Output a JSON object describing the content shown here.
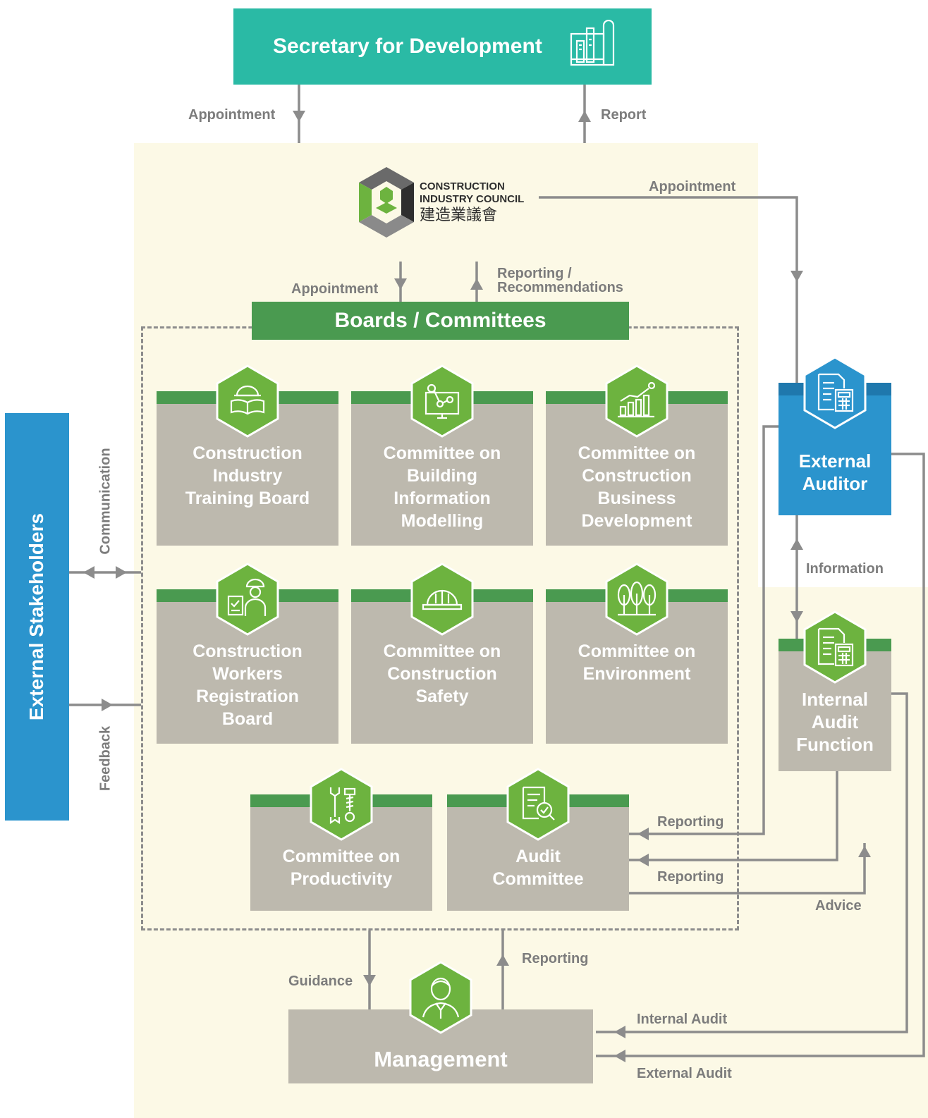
{
  "top_box": {
    "title": "Secretary for Development"
  },
  "top_links": {
    "left": "Appointment",
    "right": "Report"
  },
  "logo": {
    "line1": "CONSTRUCTION",
    "line2": "INDUSTRY COUNCIL",
    "line3": "建造業議會"
  },
  "council_links": {
    "to_auditor": "Appointment",
    "down": "Appointment",
    "up_line1": "Reporting /",
    "up_line2": "Recommendations"
  },
  "boards_bar": "Boards / Committees",
  "cards": [
    {
      "label": "Construction\nIndustry\nTraining Board",
      "icon": "book-hardhat-icon"
    },
    {
      "label": "Committee on\nBuilding\nInformation\nModelling",
      "icon": "network-monitor-icon"
    },
    {
      "label": "Committee on\nConstruction\nBusiness\nDevelopment",
      "icon": "growth-chart-icon"
    },
    {
      "label": "Construction\nWorkers\nRegistration\nBoard",
      "icon": "worker-checklist-icon"
    },
    {
      "label": "Committee on\nConstruction\nSafety",
      "icon": "safety-helmet-icon"
    },
    {
      "label": "Committee on\nEnvironment",
      "icon": "trees-icon"
    },
    {
      "label": "Committee on\nProductivity",
      "icon": "wrench-bolt-icon"
    },
    {
      "label": "Audit\nCommittee",
      "icon": "document-search-icon"
    }
  ],
  "external_auditor": {
    "label": "External\nAuditor",
    "icon": "calculator-document-icon"
  },
  "internal_audit": {
    "label": "Internal\nAudit\nFunction",
    "icon": "calculator-document-icon"
  },
  "stakeholders": "External Stakeholders",
  "stake_links": {
    "communication": "Communication",
    "feedback": "Feedback"
  },
  "audit_links": {
    "information": "Information",
    "reporting1": "Reporting",
    "reporting2": "Reporting",
    "advice": "Advice"
  },
  "management": {
    "label": "Management",
    "icon": "manager-avatar-icon"
  },
  "mgmt_links": {
    "guidance": "Guidance",
    "reporting": "Reporting",
    "internal_audit": "Internal Audit",
    "external_audit": "External Audit"
  },
  "colors": {
    "teal": "#2abaa5",
    "green": "#4a9a50",
    "hex_green": "#6db33f",
    "blue": "#2b94cd",
    "grey_card": "#bdb9ae",
    "panel": "#fcf9e6",
    "line": "#8c8c8c"
  }
}
